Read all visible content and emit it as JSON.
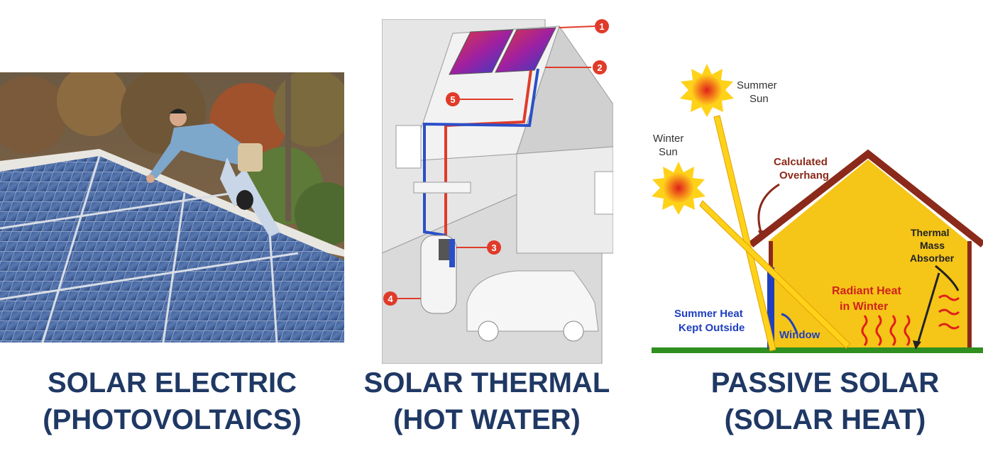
{
  "panels": [
    {
      "caption_line1": "SOLAR ELECTRIC",
      "caption_line2": "(PHOTOVOLTAICS)"
    },
    {
      "caption_line1": "SOLAR THERMAL",
      "caption_line2": "(HOT WATER)"
    },
    {
      "caption_line1": "PASSIVE SOLAR",
      "caption_line2": "(SOLAR HEAT)"
    }
  ],
  "thermal_callouts": [
    "1",
    "2",
    "3",
    "4",
    "5"
  ],
  "passive_labels": {
    "summer_sun": [
      "Summer",
      "Sun"
    ],
    "winter_sun": [
      "Winter",
      "Sun"
    ],
    "overhang": [
      "Calculated",
      "Overhang"
    ],
    "thermal_mass": [
      "Thermal",
      "Mass",
      "Absorber"
    ],
    "radiant_heat": [
      "Radiant Heat",
      "in Winter"
    ],
    "summer_heat": [
      "Summer Heat",
      "Kept Outside"
    ],
    "window": "Window"
  },
  "colors": {
    "caption": "#1f3864",
    "callout_red": "#e03b2a",
    "house_yellow": "#f5c518",
    "roof_brown": "#8b2a1a",
    "ground_green": "#2f8f1f",
    "label_blue": "#1f3fbf",
    "label_red": "#d0221a"
  }
}
